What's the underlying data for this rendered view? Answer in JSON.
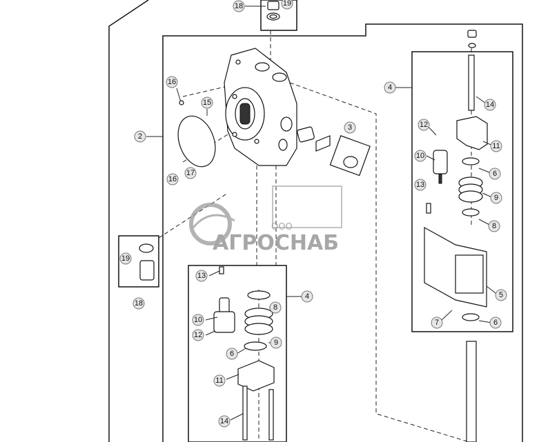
{
  "callouts": {
    "c18_top": "18",
    "c19_top": "19",
    "c16_a": "16",
    "c15": "15",
    "c2": "2",
    "c3": "3",
    "c16_b": "16",
    "c17": "17",
    "c19_left": "19",
    "c18_left": "18",
    "c4_right": "4",
    "c14_right": "14",
    "c12_right": "12",
    "c11_right": "11",
    "c10_right": "10",
    "c6_right_a": "6",
    "c13_right": "13",
    "c9_right": "9",
    "c8_right": "8",
    "c5": "5",
    "c7": "7",
    "c6_right_b": "6",
    "c13_lower": "13",
    "c4_lower": "4",
    "c8_lower": "8",
    "c10_lower": "10",
    "c9_lower": "9",
    "c12_lower": "12",
    "c6_lower": "6",
    "c11_lower": "11",
    "c14_lower": "14"
  },
  "watermark": {
    "brand": "АГРОСНАБ",
    "prefix": "ООО"
  },
  "colors": {
    "line": "#111111",
    "callout_fill": "#e6e6e6",
    "watermark": "#8a8a8a"
  }
}
